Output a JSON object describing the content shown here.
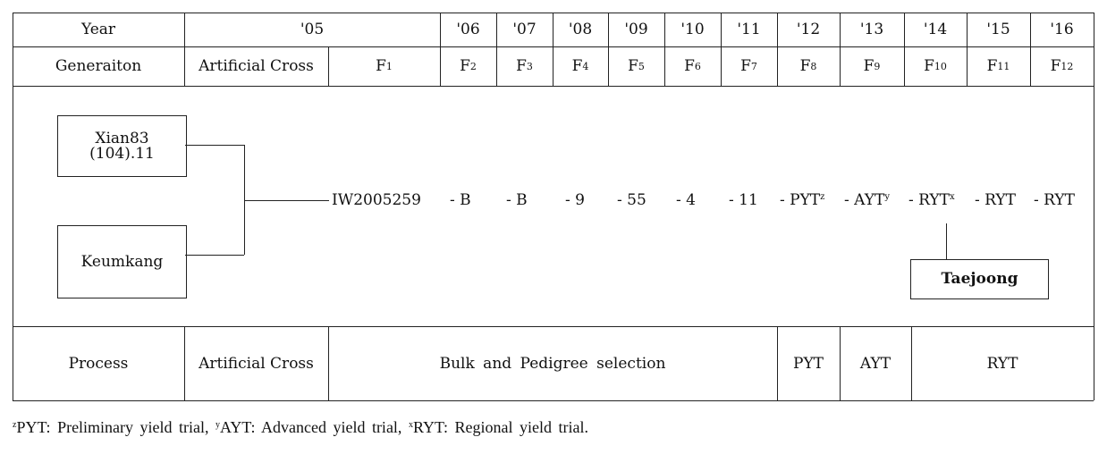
{
  "header": {
    "year_label": "Year",
    "generation_label": "Generaiton",
    "years": [
      "'05",
      "'06",
      "'07",
      "'08",
      "'09",
      "'10",
      "'11",
      "'12",
      "'13",
      "'14",
      "'15",
      "'16"
    ],
    "gen_cross": "Artificial Cross",
    "gen_letter": "F",
    "gen_subs": [
      "1",
      "2",
      "3",
      "4",
      "5",
      "6",
      "7",
      "8",
      "9",
      "10",
      "11",
      "12"
    ]
  },
  "pedigree": {
    "parent1_line1": "Xian83",
    "parent1_line2": "(104).11",
    "parent2": "Keumkang",
    "cross_id": "IW2005259",
    "steps": [
      "- B",
      "- B",
      "- 9",
      "- 55",
      "- 4",
      "- 11"
    ],
    "trials": [
      {
        "prefix": "- PYT",
        "sup": "z"
      },
      {
        "prefix": "- AYT",
        "sup": "y"
      },
      {
        "prefix": "- RYT",
        "sup": "x"
      },
      {
        "prefix": "- RYT",
        "sup": ""
      },
      {
        "prefix": "- RYT",
        "sup": ""
      }
    ],
    "variety": "Taejoong"
  },
  "process": {
    "label": "Process",
    "cross": "Artificial Cross",
    "bulk": "Bulk and Pedigree selection",
    "pyt": "PYT",
    "ayt": "AYT",
    "ryt": "RYT"
  },
  "footnote": {
    "s1": "z",
    "t1": "PYT: Preliminary yield trial, ",
    "s2": "y",
    "t2": "AYT: Advanced yield trial, ",
    "s3": "x",
    "t3": "RYT: Regional yield trial."
  }
}
